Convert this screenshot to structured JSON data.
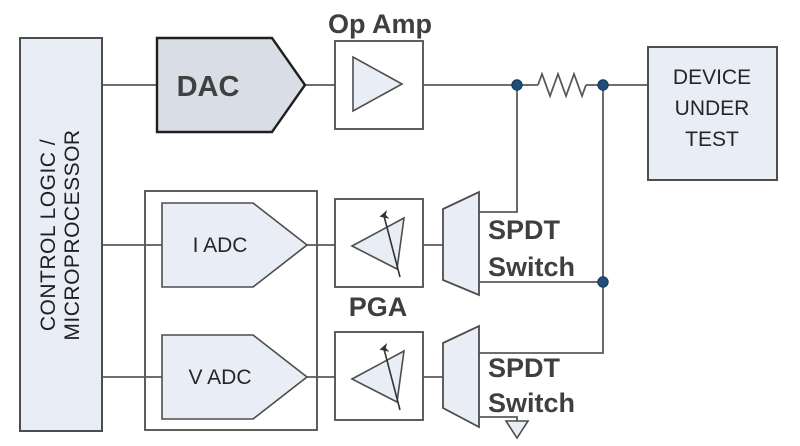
{
  "diagram": {
    "control": {
      "line1": "CONTROL LOGIC /",
      "line2": "MICROPROCESSOR"
    },
    "dac": {
      "label": "DAC"
    },
    "opamp": {
      "label": "Op Amp"
    },
    "pga": {
      "label": "PGA"
    },
    "iadc": {
      "label": "I ADC"
    },
    "vadc": {
      "label": "V ADC"
    },
    "dut": {
      "line1": "DEVICE",
      "line2": "UNDER",
      "line3": "TEST"
    },
    "spdt_top": {
      "line1": "SPDT",
      "line2": "Switch"
    },
    "spdt_bottom": {
      "line1": "SPDT",
      "line2": "Switch"
    },
    "symbols": {
      "resistor": "resistor-zigzag",
      "ground": "ground-triangle",
      "junctions": "junction-dot-x3",
      "amplifiers": "triangle-amplifier",
      "pga_gain": "variable-gain-arrow"
    },
    "colors": {
      "background": "#FFFFFF",
      "block_fill": "#E9EDF5",
      "dac_fill": "#D9DDE6",
      "block_stroke": "#4D4D4D",
      "dac_stroke": "#1F1F1F",
      "wire": "#595959",
      "junction_fill": "#1F4E79",
      "junction_stroke": "#12365B",
      "label_text": "#3F3F3F",
      "block_text": "#262626"
    }
  }
}
